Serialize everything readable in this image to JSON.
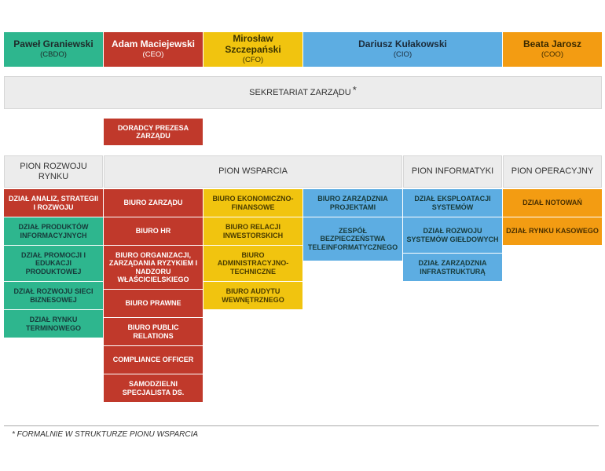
{
  "executives": [
    {
      "name": "Paweł Graniewski",
      "role": "(CBDO)"
    },
    {
      "name": "Adam Maciejewski",
      "role": "(CEO)"
    },
    {
      "name": "Mirosław Szczepański",
      "role": "(CFO)"
    },
    {
      "name": "Dariusz Kułakowski",
      "role": "(CIO)"
    },
    {
      "name": "Beata Jarosz",
      "role": "(COO)"
    }
  ],
  "secretariat": {
    "label": "SEKRETARIAT ZARZĄDU",
    "mark": "*"
  },
  "advisors": "DORADCY PREZESA ZARZĄDU",
  "divisions": {
    "rozwoju": "PION ROZWOJU RYNKU",
    "wsparcia": "PION WSPARCIA",
    "informatyki": "PION INFORMATYKI",
    "operacyjny": "PION OPERACYJNY"
  },
  "columns": {
    "col1": [
      "DZIAŁ ANALIZ, STRATEGII I ROZWOJU",
      "DZIAŁ PRODUKTÓW INFORMACYJNYCH",
      "DZIAŁ PROMOCJI I EDUKACJI PRODUKTOWEJ",
      "DZIAŁ ROZWOJU SIECI BIZNESOWEJ",
      "DZIAŁ RYNKU TERMINOWEGO"
    ],
    "col2": [
      "BIURO ZARZĄDU",
      "BIURO HR",
      "BIURO ORGANIZACJI, ZARZĄDANIA RYZYKIEM I NADZORU WŁAŚCICIELSKIEGO",
      "BIURO PRAWNE",
      "BIURO PUBLIC RELATIONS",
      "COMPLIANCE OFFICER",
      "SAMODZIELNI SPECJALISTA DS."
    ],
    "col3": [
      "BIURO EKONOMICZNO-FINANSOWE",
      "BIURO RELACJI INWESTORSKICH",
      "BIURO ADMINISTRACYJNO-TECHNICZNE",
      "BIURO AUDYTU WEWNĘTRZNEGO"
    ],
    "col4": [
      "BIURO ZARZĄDZNIA PROJEKTAMI",
      "ZESPÓŁ BEZPIECZEŃSTWA TELEINFORMATYCZNEGO"
    ],
    "col5": [
      "DZIAŁ EKSPLOATACJI SYSTEMÓW",
      "DZIAŁ ROZWOJU SYSTEMÓW GIEŁDOWYCH",
      "DZIAŁ ZARZĄDZNIA INFRASTRUKTURĄ"
    ],
    "col6": [
      "DZIAŁ NOTOWAŃ",
      "DZIAŁ RYNKU KASOWEGO"
    ]
  },
  "footnote": "* FORMALNIE W STRUKTURZE PIONU WSPARCIA",
  "colors": {
    "green": "#2eb68e",
    "red": "#c0392b",
    "yellow": "#f1c40f",
    "blue": "#5dade2",
    "orange": "#f39c12",
    "grey": "#ececec"
  }
}
